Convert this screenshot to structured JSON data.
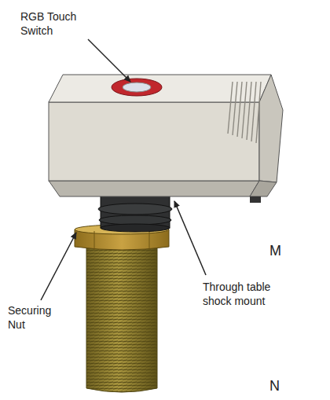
{
  "diagram": {
    "labels": [
      "RGB Touch Switch",
      "Through table shock mount",
      "Securing Nut",
      "M",
      "N"
    ]
  }
}
